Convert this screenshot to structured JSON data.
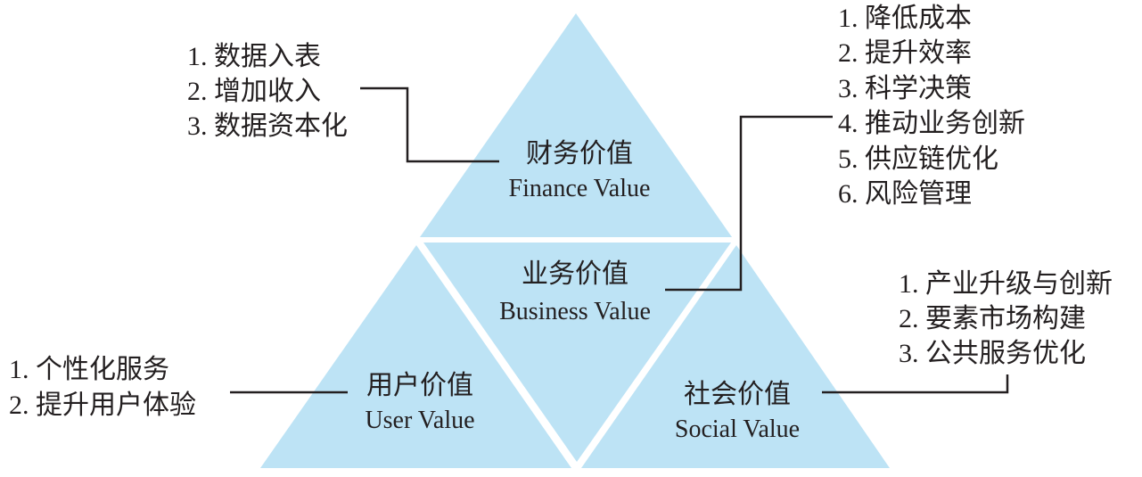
{
  "colors": {
    "triangle_fill": "#bde3f5",
    "divider": "#ffffff",
    "text": "#231f20",
    "connector": "#231f20"
  },
  "segments": {
    "finance": {
      "title_zh": "财务价值",
      "title_en": "Finance Value"
    },
    "business": {
      "title_zh": "业务价值",
      "title_en": "Business Value"
    },
    "user": {
      "title_zh": "用户价值",
      "title_en": "User Value"
    },
    "social": {
      "title_zh": "社会价值",
      "title_en": "Social Value"
    }
  },
  "lists": {
    "finance": [
      "1. 数据入表",
      "2. 增加收入",
      "3. 数据资本化"
    ],
    "business": [
      "1. 降低成本",
      "2. 提升效率",
      "3. 科学决策",
      "4. 推动业务创新",
      "5. 供应链优化",
      "6. 风险管理"
    ],
    "user": [
      "1. 个性化服务",
      "2. 提升用户体验"
    ],
    "social": [
      "1. 产业升级与创新",
      "2. 要素市场构建",
      "3. 公共服务优化"
    ]
  }
}
